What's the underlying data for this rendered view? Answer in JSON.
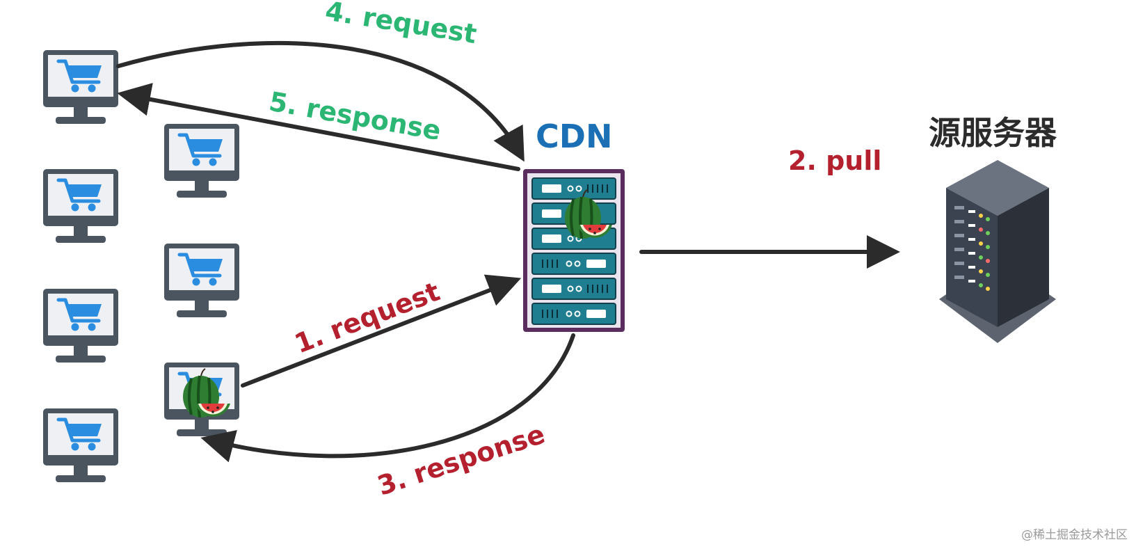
{
  "labels": {
    "cdn": "CDN",
    "origin_server": "源服务器",
    "step1": "1. request",
    "step2": "2. pull",
    "step3": "3. response",
    "step4": "4. request",
    "step5": "5. response"
  },
  "watermark": "@稀土掘金技术社区",
  "colors": {
    "step_red": "#b5202e",
    "step_green": "#2bb673",
    "cdn_blue": "#1a6fb5",
    "arrow": "#2b2b2b",
    "monitor_frame": "#4a5560",
    "monitor_screen": "#eef0f3",
    "cart_blue": "#2a8de0",
    "rack_purple": "#5a2d5e",
    "rack_unit": "#1f7e8f",
    "server_dark": "#3c4350"
  },
  "icons": {
    "client": "shopping-cart-monitor-icon",
    "cached_content": "watermelon-icon",
    "cdn_node": "server-rack-icon",
    "origin": "server-tower-icon"
  }
}
